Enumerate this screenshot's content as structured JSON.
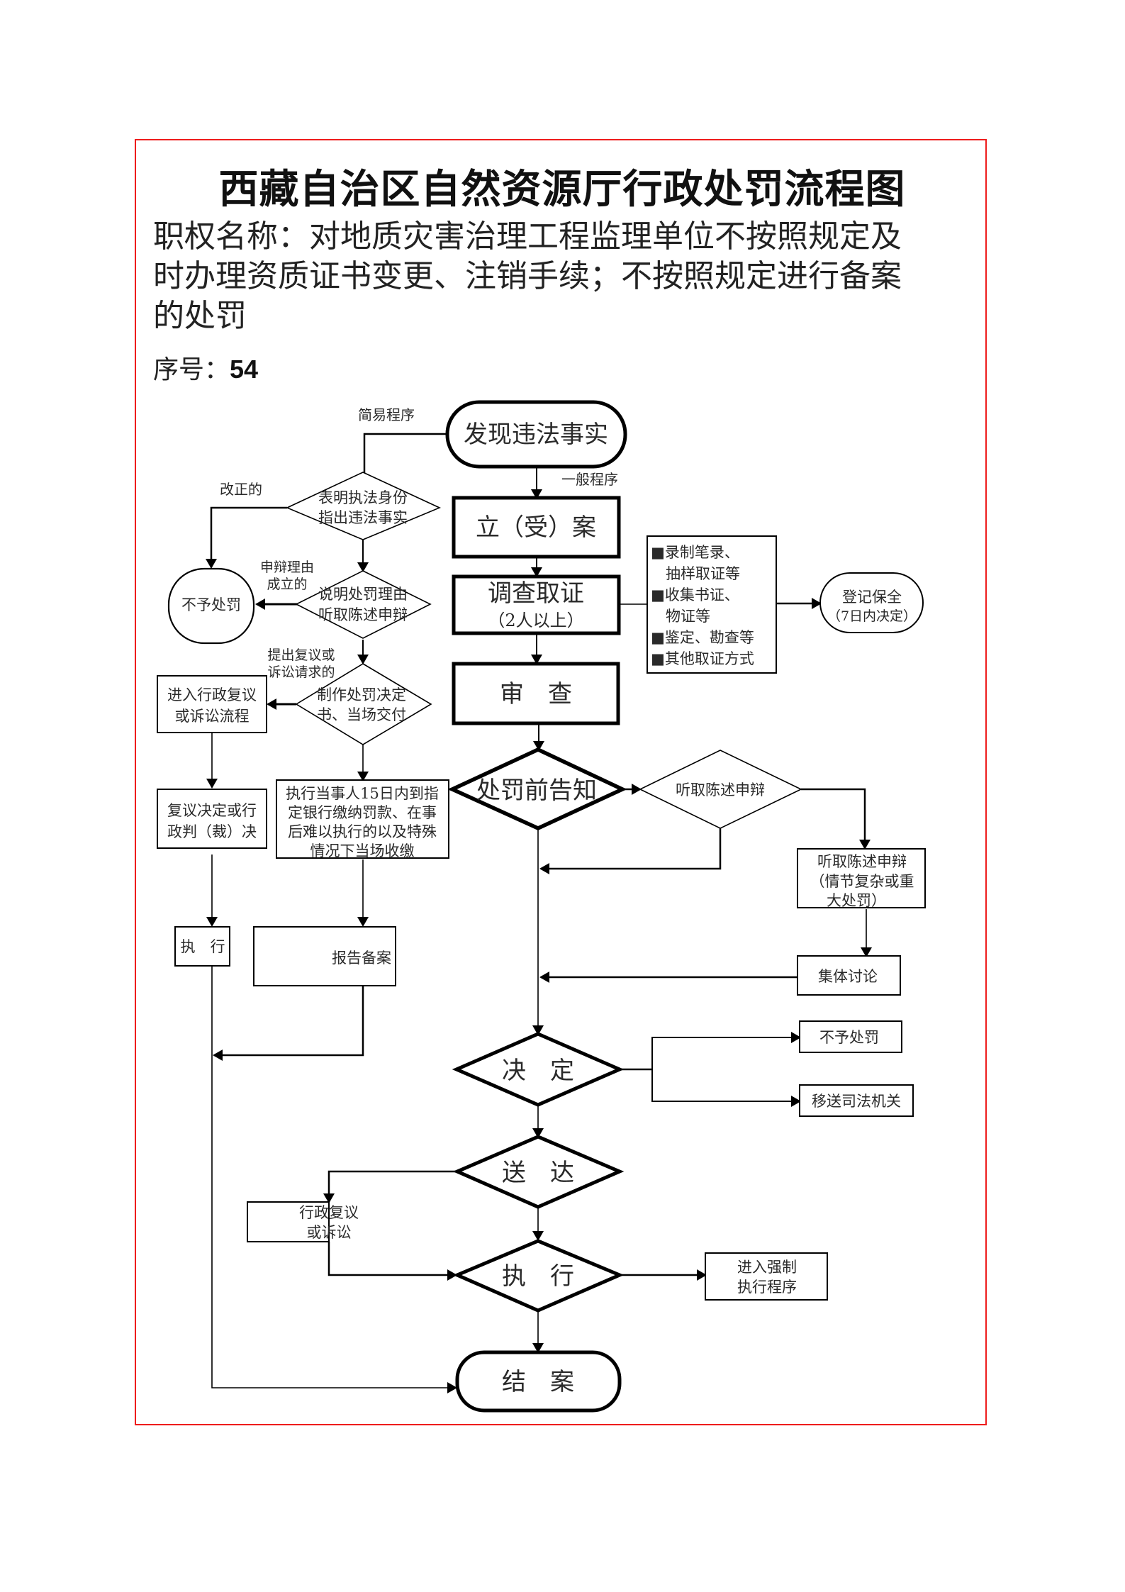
{
  "header": {
    "title": "西藏自治区自然资源厅行政处罚流程图",
    "authority_line1": "职权名称：对地质灾害治理工程监理单位不按照规定及",
    "authority_line2": "时办理资质证书变更、注销手续；不按照规定进行备案",
    "authority_line3": "的处罚",
    "serial_label": "序号：",
    "serial_value": "54"
  },
  "colors": {
    "frame": "#ee1c1c",
    "stroke": "#000000"
  },
  "flow": {
    "start": "发现违法事实",
    "label_simple": "简易程序",
    "label_general": "一般程序",
    "label_corrected": "改正的",
    "label_defense_valid_1": "申辩理由",
    "label_defense_valid_2": "成立的",
    "label_appeal_1": "提出复议或",
    "label_appeal_2": "诉讼请求的",
    "simple_d1_line1": "表明执法身份",
    "simple_d1_line2": "指出违法事实",
    "simple_d2_line1": "说明处罚理由",
    "simple_d2_line2": "听取陈述申辩",
    "simple_d3_line1": "制作处罚决定",
    "simple_d3_line2": "书、当场交付",
    "no_penalty_left": "不予处罚",
    "review_process_line1": "进入行政复议",
    "review_process_line2": "或诉讼流程",
    "review_decision_line1": "复议决定或行",
    "review_decision_line2": "政判（裁）决",
    "execute_left": "执　行",
    "collect_line1": "执行当事人15日内到指",
    "collect_line2": "定银行缴纳罚款、在事",
    "collect_line3": "后难以执行的以及特殊",
    "collect_line4": "情况下当场收缴",
    "report_filing": "报告备案",
    "file_case": "立（受）案",
    "investigate_line1": "调查取证",
    "investigate_line2": "（2人以上）",
    "evidence_methods": [
      "■录制笔录、",
      "　抽样取证等",
      "■收集书证、",
      "　物证等",
      "■鉴定、勘查等",
      "■其他取证方式"
    ],
    "preserve_line1": "登记保全",
    "preserve_line2": "（7日内决定）",
    "review": "审　查",
    "pre_notice": "处罚前告知",
    "hearing_diamond": "听取陈述申辩",
    "hearing_box_line1": "听取陈述申辩",
    "hearing_box_line2": "（情节复杂或重",
    "hearing_box_line3": "大处罚）",
    "group_discussion": "集体讨论",
    "decision": "决　定",
    "no_penalty_right": "不予处罚",
    "transfer_judicial": "移送司法机关",
    "deliver": "送　达",
    "admin_review_line1": "行政复议",
    "admin_review_line2": "或诉讼",
    "execute_main": "执　行",
    "enforce_line1": "进入强制",
    "enforce_line2": "执行程序",
    "close_case": "结　案"
  }
}
